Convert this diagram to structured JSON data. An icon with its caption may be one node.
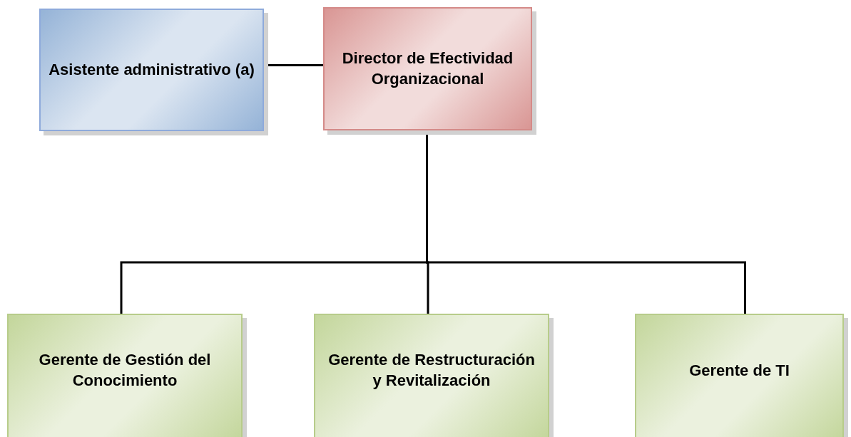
{
  "diagram": {
    "nodes": [
      {
        "text": [
          "Asistente administrativo (a)"
        ]
      },
      {
        "text": [
          "Director de Efectividad Organizacional"
        ]
      },
      {
        "text": [
          "Gerente de Gestión del Conocimiento"
        ]
      },
      {
        "text": [
          "Gerente de Restructuración y Revitalización"
        ]
      },
      {
        "text": [
          "Gerente de TI"
        ]
      }
    ],
    "edges": [
      {
        "from": 1,
        "to": 0,
        "arrow": "none"
      },
      {
        "from": 1,
        "to": 2,
        "arrow": "none"
      },
      {
        "from": 1,
        "to": 3,
        "arrow": "none"
      },
      {
        "from": 1,
        "to": 4,
        "arrow": "none"
      }
    ]
  }
}
